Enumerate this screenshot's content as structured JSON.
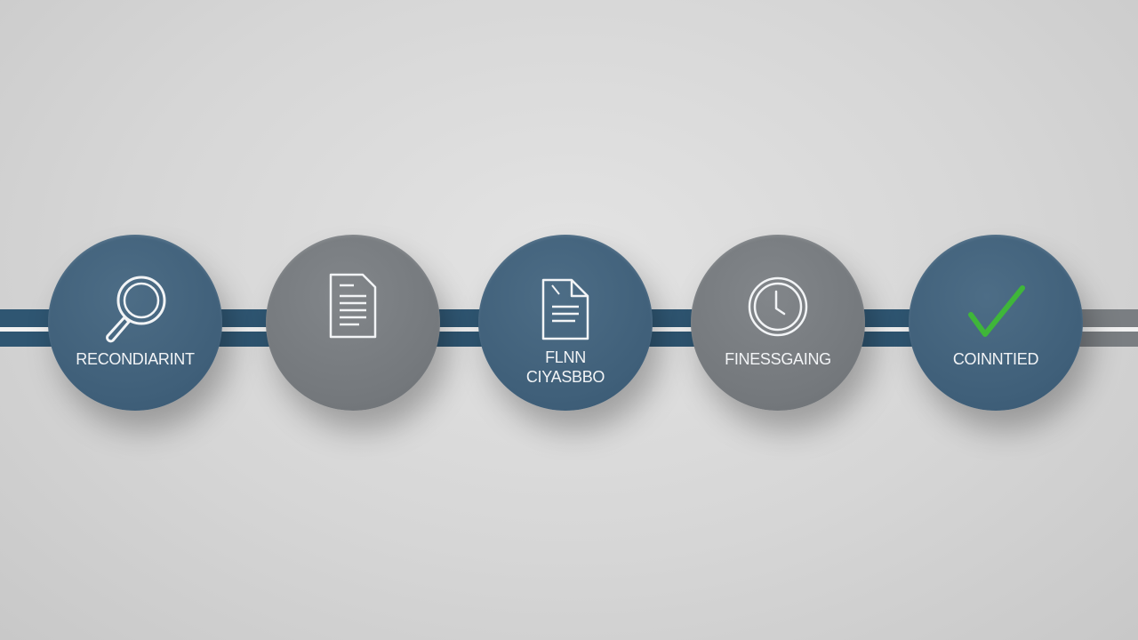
{
  "steps": [
    {
      "label": "RECONDIARINT",
      "icon": "magnifier-icon",
      "style": "blue"
    },
    {
      "label": "",
      "icon": "document-icon",
      "style": "grey"
    },
    {
      "label": "FLNN\nCIYASBBO",
      "icon": "folded-document-icon",
      "style": "blue"
    },
    {
      "label": "FINESSGAING",
      "icon": "clock-icon",
      "style": "grey"
    },
    {
      "label": "COINNTIED",
      "icon": "checkmark-icon",
      "style": "blue"
    }
  ],
  "colors": {
    "blue": "#3f5f79",
    "grey": "#74787c",
    "track_blue": "#2f5672",
    "track_grey": "#7a7e82",
    "check_green": "#3fb63a",
    "background": "#d9d9d9"
  }
}
